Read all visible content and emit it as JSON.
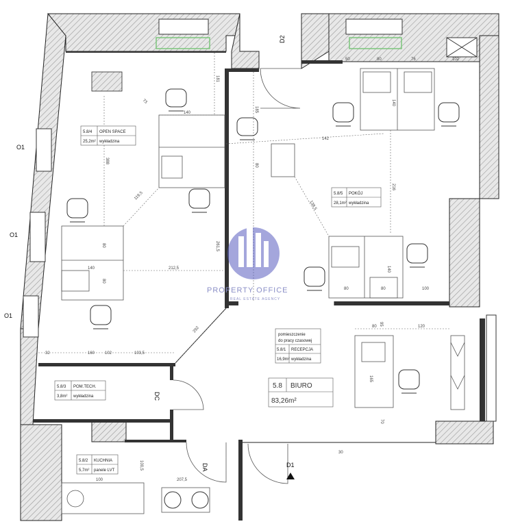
{
  "colors": {
    "wall_hatch": "#bdbdbd",
    "wall_line": "#222222",
    "watermark": "#5a5fc0",
    "window_green": "#7bc67b"
  },
  "rooms": {
    "open_space": {
      "number": "5.8/4",
      "name": "OPEN SPACE",
      "area": "25,2m²",
      "floor": "wykładzina"
    },
    "pokoj": {
      "number": "5.8/5",
      "name": "POKÓJ",
      "area": "28,1m²",
      "floor": "wykładzina"
    },
    "recepcja": {
      "note_line1": "pomieszczenie",
      "note_line2": "do pracy czasowej",
      "number": "5.8/1",
      "name": "RECEPCJA",
      "area": "16,9m²",
      "floor": "wykładzina"
    },
    "pom_tech": {
      "number": "5.8/3",
      "name": "POM.TECH.",
      "area": "3,8m²",
      "floor": "wykładzina"
    },
    "kuchnia": {
      "number": "5.8/2",
      "name": "KUCHNIA",
      "area": "5,7m²",
      "floor": "panele LVT"
    }
  },
  "unit": {
    "number": "5.8",
    "name": "BIURO",
    "area": "83,26m²"
  },
  "doors": {
    "d2": "D2",
    "d1": "D1",
    "da": "DA",
    "dc": "DC"
  },
  "windows": {
    "w1": "O1",
    "w2": "O1",
    "w3": "O1"
  },
  "dimensions": {
    "d140a": "140",
    "d181": "181",
    "d388": "388",
    "d73": "73",
    "d1195": "119,5",
    "d140b": "140",
    "d2125": "212,5",
    "d80a": "80",
    "d80b": "80",
    "d2615": "261,5",
    "d50": "50",
    "d80c": "80",
    "d76": "76",
    "d102": "102",
    "d142": "142",
    "d140c": "140",
    "d216": "216",
    "d1385": "138,5",
    "d80d": "80",
    "d80e": "80",
    "d100": "100",
    "d140d": "140",
    "d185": "185",
    "d80f": "80",
    "d32": "32",
    "d160": "160",
    "d102b": "102",
    "d1035": "103,5",
    "d292": "292",
    "d80g": "80",
    "d120": "120",
    "d95": "95",
    "d70": "70",
    "d30": "30",
    "d1005": "100,5",
    "d2075": "207,5",
    "d100b": "100",
    "d165": "165"
  },
  "watermark": {
    "name": "PROPERTY OFFICE",
    "tagline": "REAL ESTATE AGENCY"
  }
}
